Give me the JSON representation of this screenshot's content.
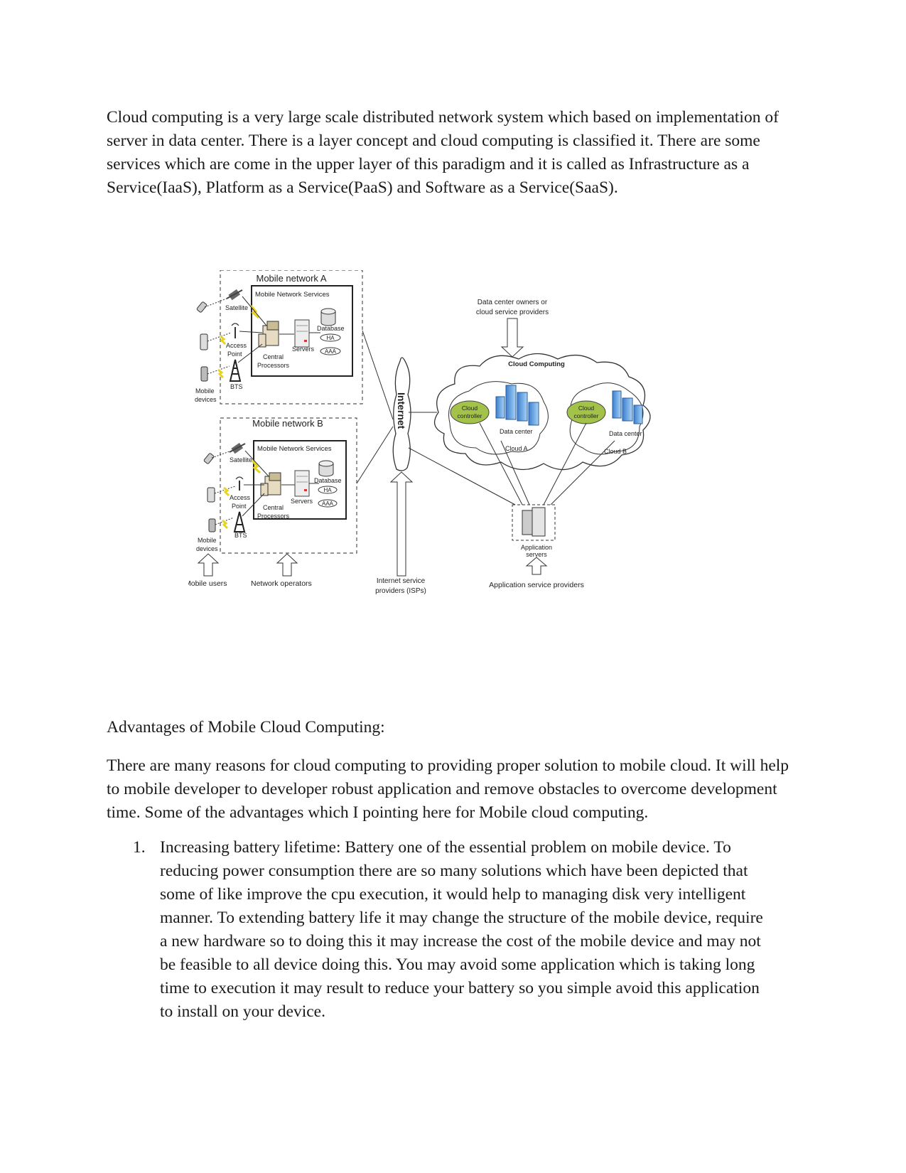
{
  "paragraph1": "Cloud computing is a very large scale distributed network system which based on implementation of server in data center. There is a layer concept and cloud computing is classified it. There are some services which are come in the upper layer of this paradigm and it is called as Infrastructure as a Service(IaaS), Platform as a Service(PaaS) and Software as a Service(SaaS).",
  "figure": {
    "network_a": "Mobile network A",
    "network_b": "Mobile network B",
    "mns": "Mobile Network Services",
    "satellite": "Satellite",
    "access_point": [
      "Access",
      "Point"
    ],
    "bts": "BTS",
    "mobile_devices": [
      "Mobile",
      "devices"
    ],
    "central_processors": [
      "Central",
      "Processors"
    ],
    "servers": "Servers",
    "database": "Database",
    "ha": "HA",
    "aaa": "AAA",
    "internet": "Internet",
    "dc_owners": [
      "Data center owners or",
      "cloud service providers"
    ],
    "cloud_computing": "Cloud Computing",
    "cloud_controller": [
      "Cloud",
      "controller"
    ],
    "data_center": "Data center",
    "cloud_a": "Cloud A",
    "cloud_b": "Cloud B",
    "app_servers": [
      "Application",
      "servers"
    ],
    "mobile_users": "Mobile users",
    "network_operators": "Network operators",
    "isps": [
      "Internet service",
      "providers (ISPs)"
    ],
    "app_providers": "Application service providers"
  },
  "heading": "Advantages of Mobile Cloud Computing:",
  "paragraph2": "There are many reasons for cloud computing to providing proper solution to mobile cloud. It will help to mobile developer to developer robust application and remove obstacles to overcome development time. Some of the advantages which I pointing here for Mobile cloud computing.",
  "list": [
    {
      "number": "1.",
      "text": "Increasing battery lifetime: Battery one of the essential problem on mobile device. To reducing power consumption there are so many solutions which have been depicted that some of like improve the cpu execution,  it would help to managing disk very intelligent manner. To extending battery life it may change the structure of the mobile device, require a new hardware so to doing this it may increase the cost of the mobile device and may not be feasible to all device doing this. You may avoid some application which is taking long time to execution it may result to reduce your battery so you simple avoid this application to install on your device."
    }
  ]
}
